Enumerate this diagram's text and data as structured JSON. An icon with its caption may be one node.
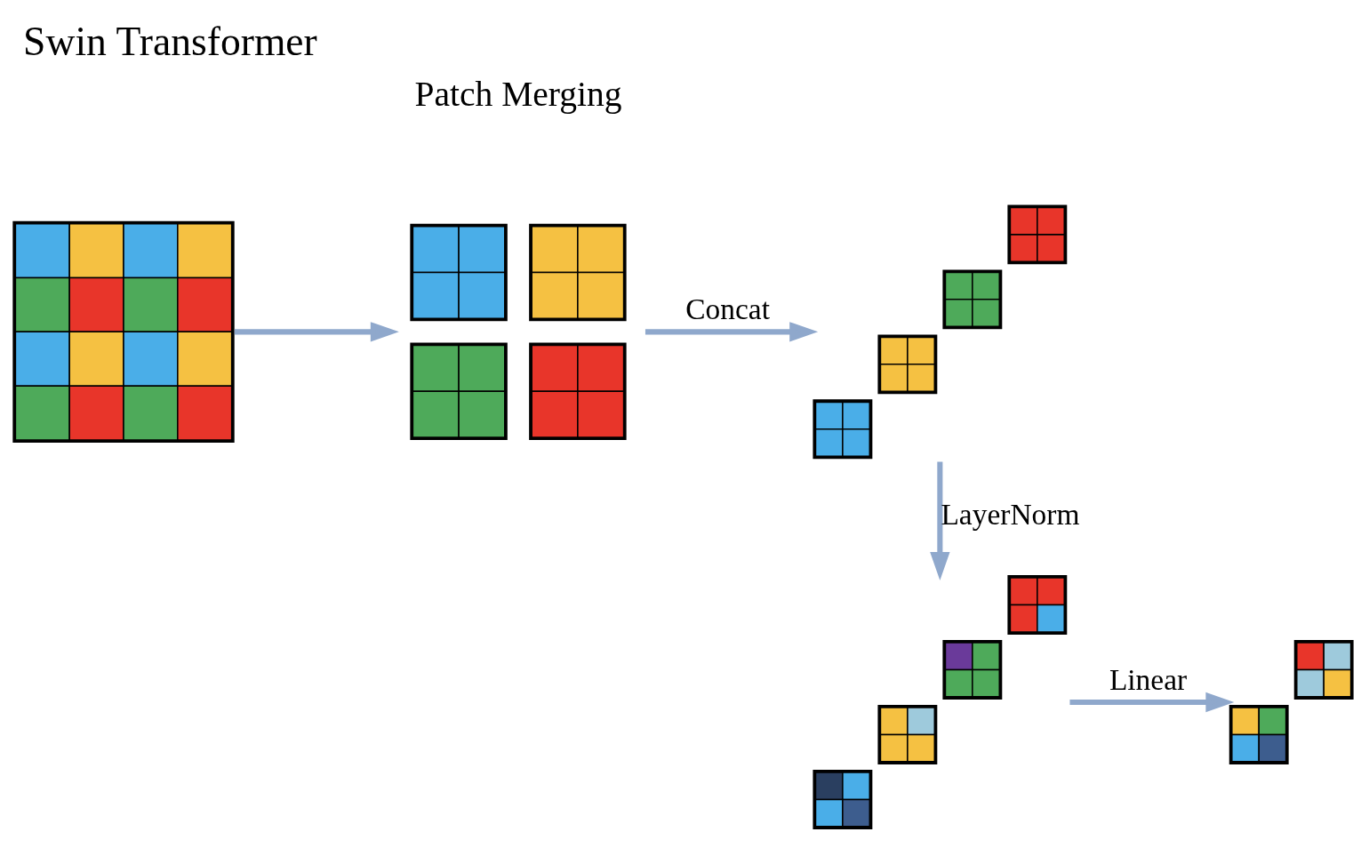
{
  "diagram": {
    "title": "Swin Transformer",
    "nodes": [
      {
        "text": [],
        "shape": "picture"
      },
      {
        "text": [],
        "shape": "picture"
      },
      {
        "text": [],
        "shape": "picture"
      },
      {
        "text": [],
        "shape": "picture"
      },
      {
        "text": [],
        "shape": "picture"
      }
    ],
    "edges": [
      {
        "from": 0,
        "to": 1,
        "arrow": "to"
      },
      {
        "from": 1,
        "to": 2,
        "arrow": "to",
        "label": "Concat"
      },
      {
        "from": 2,
        "to": 3,
        "arrow": "to",
        "label": "LayerNorm"
      },
      {
        "from": 3,
        "to": 4,
        "arrow": "to",
        "label": "Linear"
      }
    ],
    "labels": [
      "Patch Merging"
    ]
  }
}
